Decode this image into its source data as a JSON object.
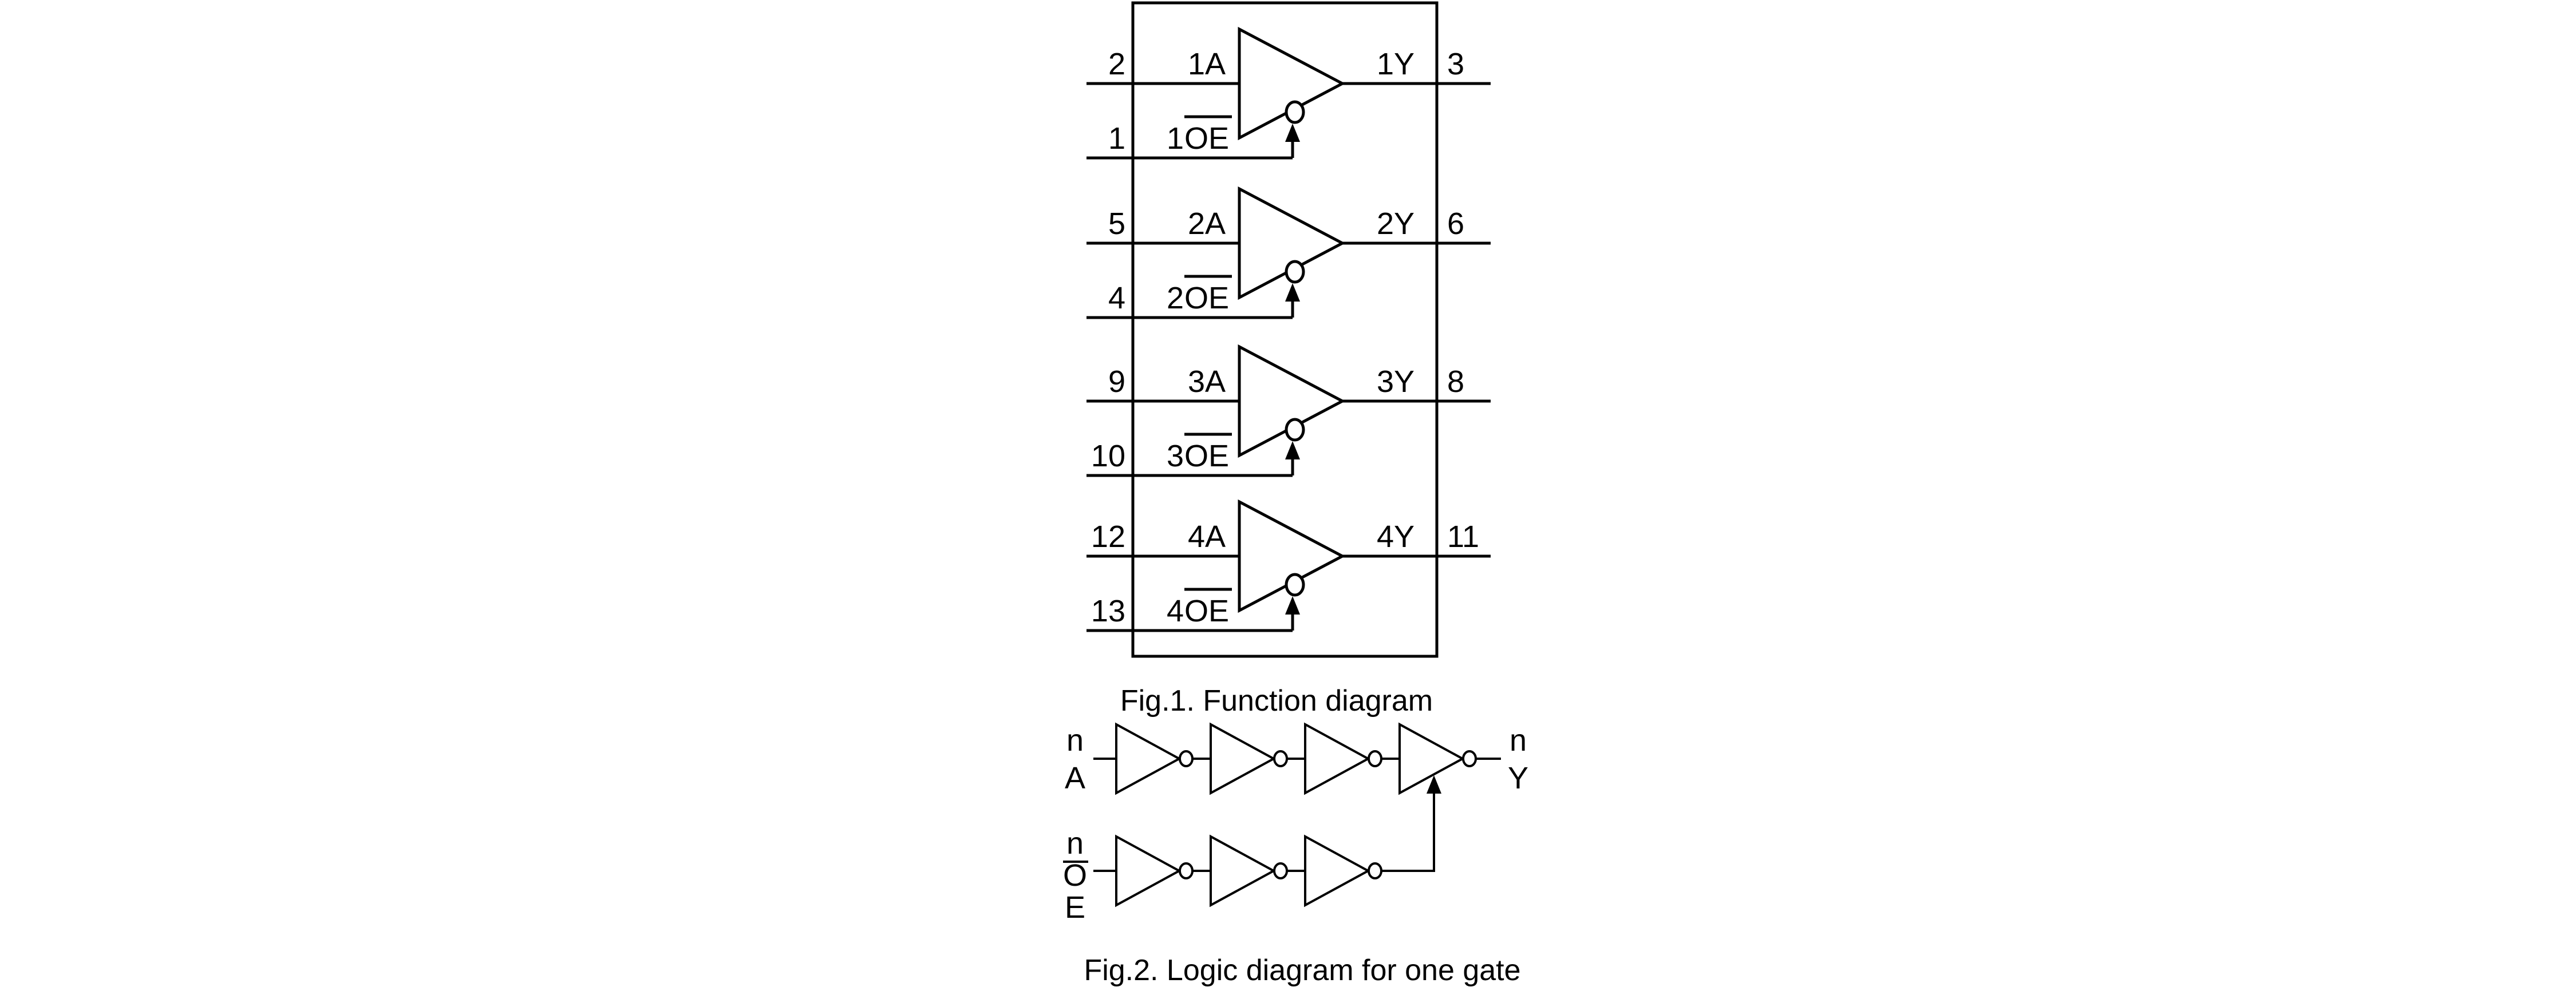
{
  "page": {
    "background": "#ffffff",
    "ink": "#000000"
  },
  "fig1": {
    "caption": "Fig.1. Function diagram",
    "gates": [
      {
        "input_pin": "2",
        "input_label": "1A",
        "oe_pin": "1",
        "oe_prefix": "1",
        "oe_name": "OE",
        "output_label": "1Y",
        "output_pin": "3"
      },
      {
        "input_pin": "5",
        "input_label": "2A",
        "oe_pin": "4",
        "oe_prefix": "2",
        "oe_name": "OE",
        "output_label": "2Y",
        "output_pin": "6"
      },
      {
        "input_pin": "9",
        "input_label": "3A",
        "oe_pin": "10",
        "oe_prefix": "3",
        "oe_name": "OE",
        "output_label": "3Y",
        "output_pin": "8"
      },
      {
        "input_pin": "12",
        "input_label": "4A",
        "oe_pin": "13",
        "oe_prefix": "4",
        "oe_name": "OE",
        "output_label": "4Y",
        "output_pin": "11"
      }
    ]
  },
  "fig2": {
    "caption": "Fig.2. Logic diagram for one gate",
    "input_label": {
      "line1": "n",
      "line2": "A"
    },
    "output_label": {
      "line1": "n",
      "line2": "Y"
    },
    "enable_label": {
      "line1": "n",
      "line2": "O",
      "line3": "E"
    }
  }
}
